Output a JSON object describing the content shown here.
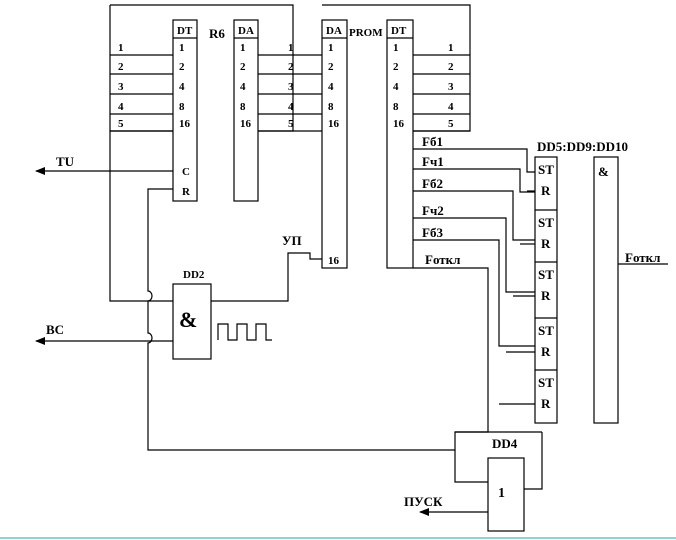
{
  "counter": {
    "header": "DT",
    "side_label": "R6",
    "inputs": [
      "1",
      "2",
      "3",
      "4",
      "5"
    ],
    "pins": [
      "1",
      "2",
      "4",
      "8",
      "16"
    ],
    "clock_pin": "C",
    "reset_pin": "R"
  },
  "bus_da": {
    "header": "DA",
    "pins": [
      "1",
      "2",
      "4",
      "8",
      "16"
    ]
  },
  "prom_addr": {
    "header": "DA",
    "pins": [
      "1",
      "2",
      "4",
      "8",
      "16"
    ],
    "bottom_pin": "16"
  },
  "prom_label": "PROM",
  "prom_data": {
    "header": "DT",
    "pins": [
      "1",
      "2",
      "4",
      "8",
      "16"
    ],
    "outputs": [
      "1",
      "2",
      "3",
      "4",
      "5"
    ]
  },
  "prom_signals": [
    "Fб1",
    "Fч1",
    "Fб2",
    "Fч2",
    "Fб3",
    "Fоткл"
  ],
  "triggers": {
    "label": "DD5:DD9:DD10",
    "set_pin": "ST",
    "reset_pin": "R",
    "count": 5
  },
  "and_block": {
    "symbol": "&",
    "output": "Fоткл"
  },
  "dd2": {
    "label": "DD2",
    "symbol": "&"
  },
  "dd4": {
    "label": "DD4",
    "symbol": "1"
  },
  "signals": {
    "tu": "TU",
    "vs": "ВС",
    "up": "УП",
    "pusk": "ПУСК"
  }
}
